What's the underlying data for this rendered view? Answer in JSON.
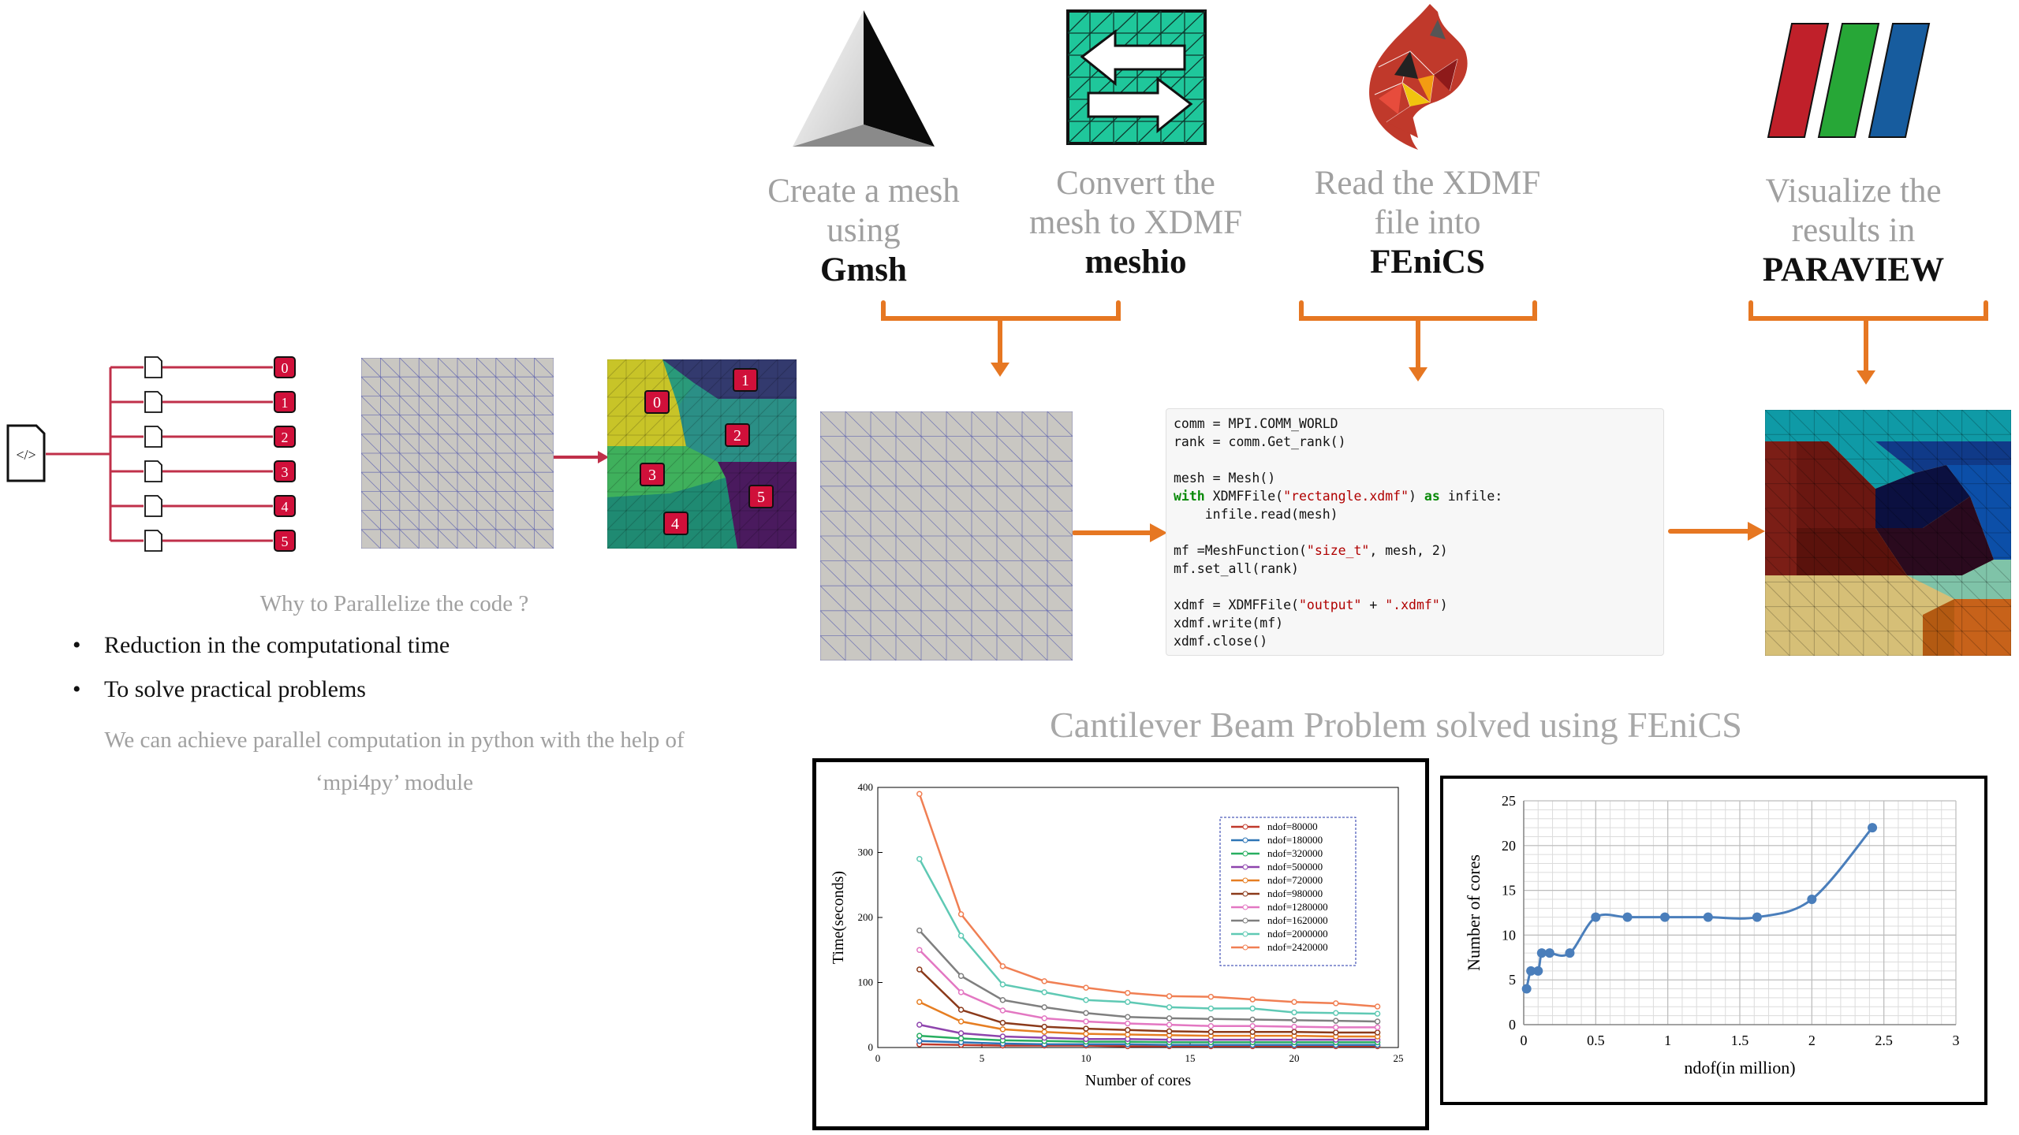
{
  "steps": [
    {
      "caption": [
        "Create a mesh",
        "using"
      ],
      "tool": "Gmsh"
    },
    {
      "caption": [
        "Convert the",
        "mesh to XDMF"
      ],
      "tool": "meshio"
    },
    {
      "caption": [
        "Read the XDMF",
        "file into"
      ],
      "tool": "FEniCS"
    },
    {
      "caption": [
        "Visualize the",
        "results in"
      ],
      "tool": "PARAVIEW"
    }
  ],
  "partition": {
    "ranks": [
      "0",
      "1",
      "2",
      "3",
      "4",
      "5"
    ],
    "code_icon": "</>",
    "region_labels": [
      "0",
      "1",
      "2",
      "3",
      "4",
      "5"
    ]
  },
  "why": {
    "question": "Why to Parallelize the code ?",
    "bullets": [
      "Reduction in the computational time",
      "To solve practical problems"
    ],
    "note_line1": "We can achieve parallel computation in python with the help of",
    "note_line2": "‘mpi4py’ module"
  },
  "code_lines": [
    "comm = MPI.COMM_WORLD",
    "rank = comm.Get_rank()",
    "",
    "mesh = Mesh()",
    "with XDMFFile(\"rectangle.xdmf\") as infile:",
    "    infile.read(mesh)",
    "",
    "mf =MeshFunction(\"size_t\", mesh, 2)",
    "mf.set_all(rank)",
    "",
    "xdmf = XDMFFile(\"output\" + \".xdmf\")",
    "xdmf.write(mf)",
    "xdmf.close()"
  ],
  "section_title": "Cantilever Beam Problem solved using FEniCS",
  "colors": {
    "arrow": "#e67722",
    "rank": "#d0103a",
    "rankline": "#c0304a"
  },
  "chart_data": [
    {
      "type": "line",
      "xlabel": "Number of cores",
      "ylabel": "Time(seconds)",
      "xlim": [
        0,
        25
      ],
      "ylim": [
        0,
        400
      ],
      "xticks": [
        0,
        5,
        10,
        15,
        20,
        25
      ],
      "yticks": [
        0,
        100,
        200,
        300,
        400
      ],
      "legend": "top-right",
      "x": [
        2,
        4,
        6,
        8,
        10,
        12,
        14,
        16,
        18,
        20,
        22,
        24
      ],
      "series": [
        {
          "name": "ndof=80000",
          "color": "#c0392b",
          "values": [
            5,
            4,
            3,
            3,
            3,
            2,
            2,
            2,
            2,
            2,
            2,
            2
          ]
        },
        {
          "name": "ndof=180000",
          "color": "#2e75b6",
          "values": [
            10,
            8,
            6,
            5,
            5,
            5,
            4,
            4,
            4,
            4,
            4,
            4
          ]
        },
        {
          "name": "ndof=320000",
          "color": "#27ae60",
          "values": [
            18,
            14,
            11,
            10,
            9,
            9,
            8,
            8,
            8,
            8,
            8,
            8
          ]
        },
        {
          "name": "ndof=500000",
          "color": "#8e44ad",
          "values": [
            35,
            22,
            17,
            15,
            13,
            13,
            12,
            12,
            12,
            12,
            12,
            12
          ]
        },
        {
          "name": "ndof=720000",
          "color": "#e67e22",
          "values": [
            70,
            40,
            28,
            24,
            21,
            20,
            19,
            18,
            18,
            18,
            17,
            17
          ]
        },
        {
          "name": "ndof=980000",
          "color": "#8b3a1a",
          "values": [
            120,
            58,
            38,
            32,
            29,
            27,
            25,
            24,
            24,
            24,
            23,
            23
          ]
        },
        {
          "name": "ndof=1280000",
          "color": "#e377c2",
          "values": [
            150,
            85,
            57,
            45,
            40,
            37,
            35,
            33,
            33,
            32,
            31,
            31
          ]
        },
        {
          "name": "ndof=1620000",
          "color": "#7f7f7f",
          "values": [
            180,
            110,
            73,
            62,
            53,
            47,
            45,
            44,
            43,
            42,
            41,
            40
          ]
        },
        {
          "name": "ndof=2000000",
          "color": "#5fc9b4",
          "values": [
            290,
            172,
            97,
            85,
            73,
            70,
            62,
            60,
            60,
            54,
            53,
            52
          ]
        },
        {
          "name": "ndof=2420000",
          "color": "#f07f53",
          "values": [
            390,
            205,
            125,
            102,
            92,
            84,
            79,
            78,
            74,
            70,
            68,
            63
          ]
        }
      ]
    },
    {
      "type": "line",
      "xlabel": "ndof(in million)",
      "ylabel": "Number of cores",
      "xlim": [
        0,
        3
      ],
      "ylim": [
        0,
        25
      ],
      "xticks": [
        0,
        0.5,
        1,
        1.5,
        2,
        2.5,
        3
      ],
      "yticks": [
        0,
        5,
        10,
        15,
        20,
        25
      ],
      "x": [
        0.02,
        0.05,
        0.1,
        0.125,
        0.18,
        0.32,
        0.5,
        0.72,
        0.98,
        1.28,
        1.62,
        2.0,
        2.42
      ],
      "values": [
        4,
        6,
        6,
        8,
        8,
        8,
        12,
        12,
        12,
        12,
        12,
        14,
        22
      ],
      "color": "#4a7ebb"
    }
  ]
}
